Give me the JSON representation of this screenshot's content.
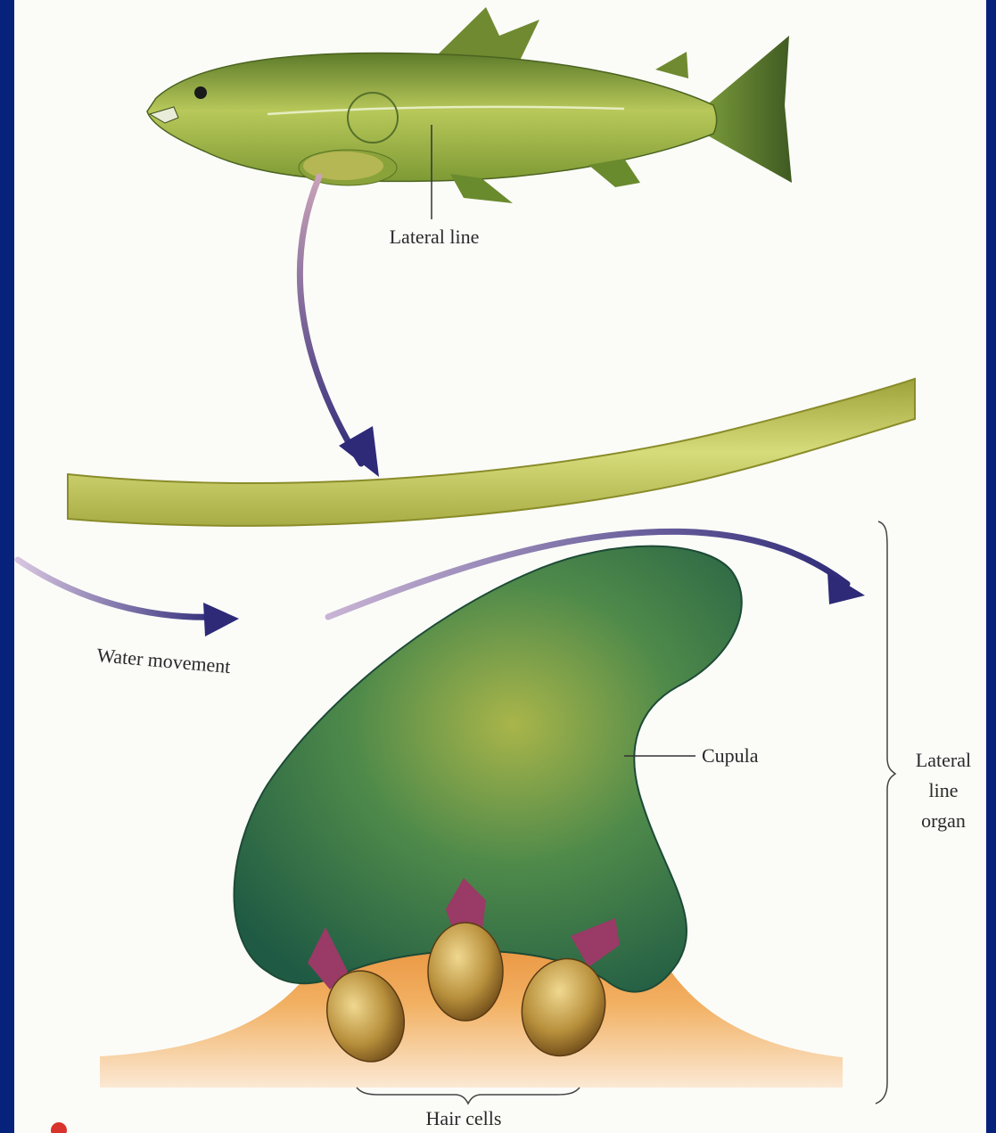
{
  "labels": {
    "lateral_line": "Lateral line",
    "water_movement": "Water movement",
    "cupula": "Cupula",
    "lateral_line_organ_1": "Lateral",
    "lateral_line_organ_2": "line",
    "lateral_line_organ_3": "organ",
    "hair_cells": "Hair cells"
  },
  "colors": {
    "frame_blue": "#0b2f8a",
    "fish_body": "#9fb64a",
    "canal": "#c9cf6a",
    "arrow": "#3b2f7a",
    "cupula": "#2f6e4a",
    "tissue": "#e8932e",
    "hair_cell": "#b48a3a"
  }
}
